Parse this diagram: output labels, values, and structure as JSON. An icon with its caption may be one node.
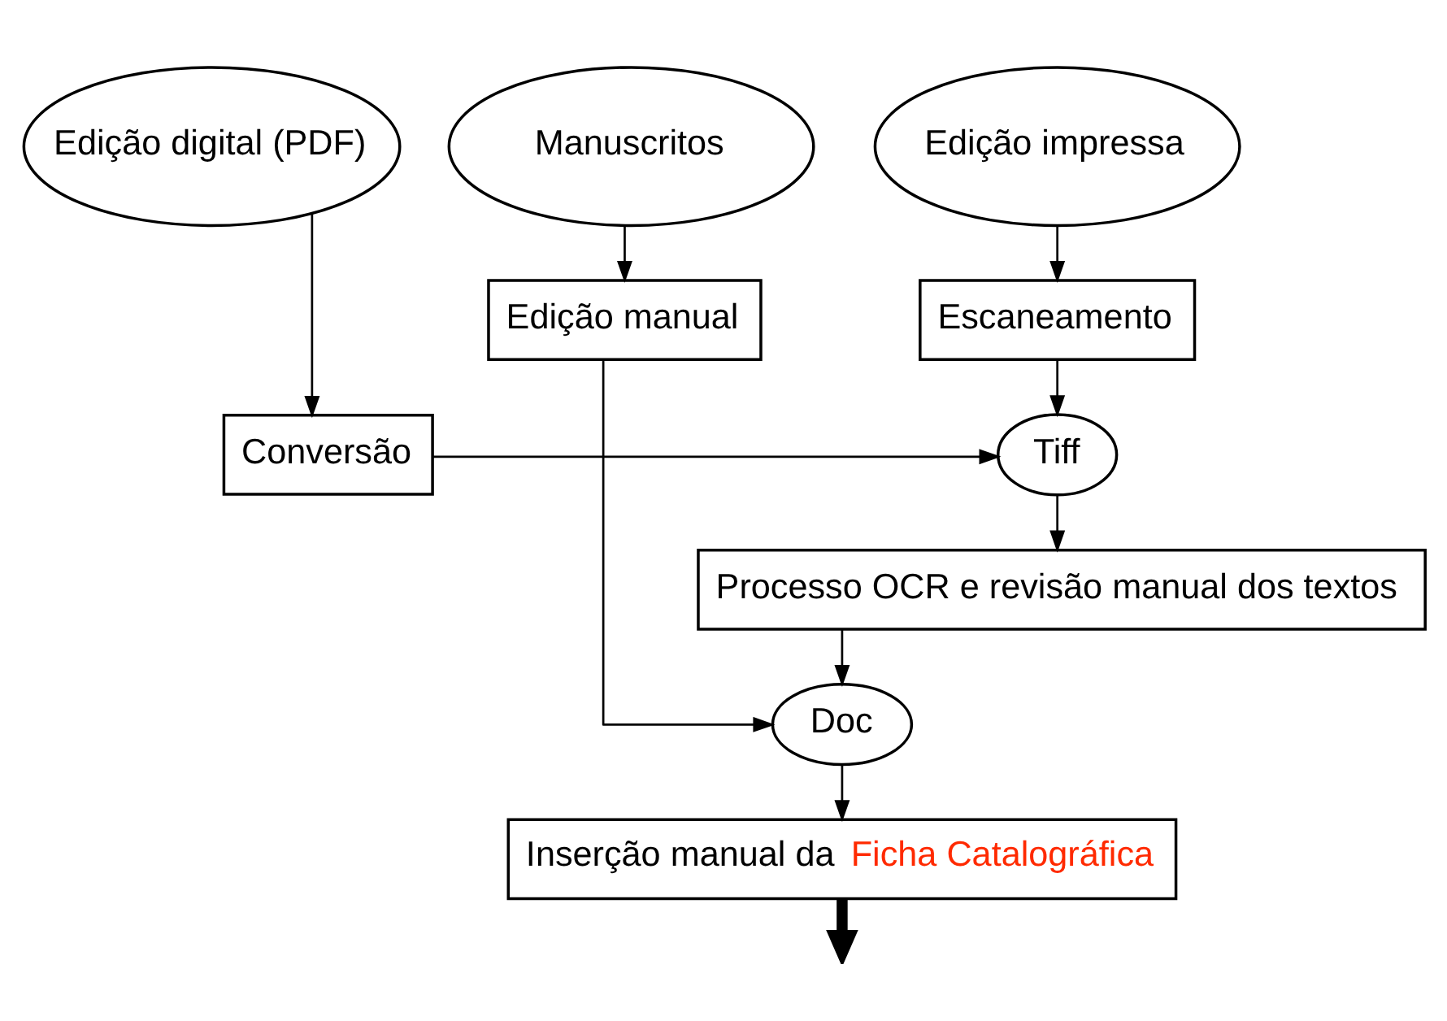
{
  "diagram": {
    "nodes": [
      {
        "text": [
          "Edição digital (PDF)"
        ]
      },
      {
        "text": [
          "Edição impressa"
        ]
      },
      {
        "text": [
          "Manuscritos"
        ]
      },
      {
        "text": [
          "Escaneamento"
        ]
      },
      {
        "text": [
          "Edição manual"
        ]
      },
      {
        "text": [
          "Conversão"
        ]
      },
      {
        "text": [
          "Tiff"
        ]
      },
      {
        "text": [
          "Processo OCR e revisão manual dos textos"
        ]
      },
      {
        "text": [
          "Doc"
        ]
      },
      {
        "text": [
          "Inserção manual da",
          "Ficha Catalográfica"
        ]
      }
    ],
    "edges": [
      {
        "from": 0,
        "to": 5,
        "arrow": "to"
      },
      {
        "from": 1,
        "to": 3,
        "arrow": "to"
      },
      {
        "from": 2,
        "to": 4,
        "arrow": "to"
      },
      {
        "from": 3,
        "to": 6,
        "arrow": "to"
      },
      {
        "from": 5,
        "to": 6,
        "arrow": "to"
      },
      {
        "from": 6,
        "to": 7,
        "arrow": "to"
      },
      {
        "from": 7,
        "to": 8,
        "arrow": "to"
      },
      {
        "from": 4,
        "to": 8,
        "arrow": "to"
      },
      {
        "from": 8,
        "to": 9,
        "arrow": "to"
      },
      {
        "from": 9,
        "to": null,
        "arrow": "to",
        "style": "thick"
      }
    ]
  }
}
